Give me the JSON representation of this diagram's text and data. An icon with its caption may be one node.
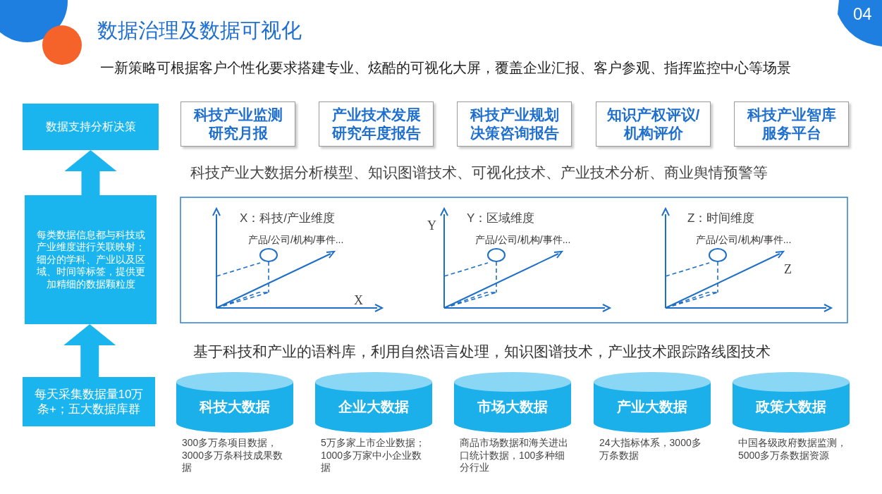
{
  "diagram": {
    "title": "数据治理及数据可视化",
    "nodes": [
      {
        "text": [
          "数据支持分析决策"
        ]
      },
      {
        "text": [
          "每类数据信息都与科技或产业维度进行关联映射；细分的学科、产业以及区域、时间等标签，提供更加精细的数据颗粒度"
        ]
      },
      {
        "text": [
          "每天采集数据量10万条+；五大数据库群"
        ]
      },
      {
        "text": [
          "科技产业监测研究月报"
        ]
      },
      {
        "text": [
          "产业技术发展研究年度报告"
        ]
      },
      {
        "text": [
          "科技产业规划决策咨询报告"
        ]
      },
      {
        "text": [
          "知识产权评议/机构评价"
        ]
      },
      {
        "text": [
          "科技产业智库服务平台"
        ]
      },
      {
        "text": [
          "科技大数据"
        ],
        "beside": [
          "300多万条项目数据，3000多万条科技成果数据"
        ]
      },
      {
        "text": [
          "企业大数据"
        ],
        "beside": [
          "5万多家上市企业数据；1000多万家中小企业数据"
        ]
      },
      {
        "text": [
          "市场大数据"
        ],
        "beside": [
          "商品市场数据和海关进出口统计数据，100多种细分行业"
        ]
      },
      {
        "text": [
          "产业大数据"
        ],
        "beside": [
          "24大指标体系，3000多万条数据"
        ]
      },
      {
        "text": [
          "政策大数据"
        ],
        "beside": [
          "中国各级政府数据监测，5000多万条数据资源"
        ]
      }
    ],
    "edges": [
      {
        "from": 2,
        "to": 1,
        "arrow": "to"
      },
      {
        "from": 1,
        "to": 0,
        "arrow": "to"
      }
    ],
    "labels": [
      "04",
      "一新策略可根据客户个性化要求搭建专业、炫酷的可视化大屏，覆盖企业汇报、客户参观、指挥监控中心等场景",
      "科技产业大数据分析模型、知识图谱技术、可视化技术、产业技术分析、商业舆情预警等",
      "X：科技/产业维度",
      "Y",
      "Y：区域维度",
      "Z：时间维度",
      "产品/公司/机构/事件...",
      "产品/公司/机构/事件...",
      "产品/公司/机构/事件...",
      "Z",
      "X",
      "基于科技和产业的语料库，利用自然语言处理，知识图谱技术，产业技术跟踪路线图技术"
    ]
  }
}
